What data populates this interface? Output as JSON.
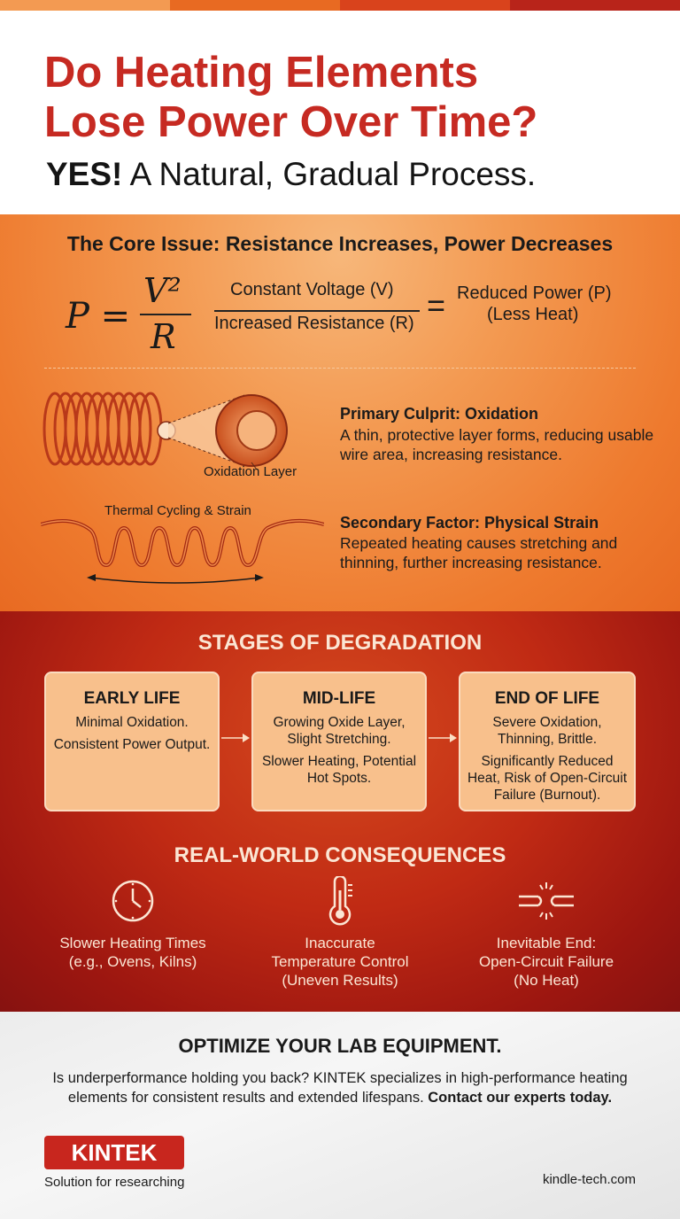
{
  "header": {
    "title_line1": "Do Heating Elements",
    "title_line2": "Lose Power Over Time?",
    "subtitle_bold": "YES!",
    "subtitle_rest": " A Natural, Gradual Process."
  },
  "core": {
    "title": "The Core Issue: Resistance Increases, Power Decreases",
    "formula": {
      "lhs": "P =",
      "numerator": "V²",
      "denominator": "R",
      "frac_top": "Constant Voltage (V)",
      "frac_bottom": "Increased Resistance (R)",
      "equals": "=",
      "result_line1": "Reduced Power (P)",
      "result_line2": "(Less Heat)"
    },
    "oxidation_label": "Oxidation Layer",
    "thermal_label": "Thermal Cycling & Strain",
    "primary_title": "Primary Culprit: Oxidation",
    "primary_text": "A thin, protective layer forms, reducing usable wire area, increasing resistance.",
    "secondary_title": "Secondary Factor: Physical Strain",
    "secondary_text": "Repeated heating causes stretching and thinning, further increasing resistance."
  },
  "stages": {
    "title": "STAGES OF DEGRADATION",
    "cards": [
      {
        "title": "EARLY LIFE",
        "line1": "Minimal Oxidation.",
        "line2": "Consistent Power Output."
      },
      {
        "title": "MID-LIFE",
        "line1": "Growing Oxide Layer, Slight Stretching.",
        "line2": "Slower Heating, Potential Hot Spots."
      },
      {
        "title": "END OF LIFE",
        "line1": "Severe Oxidation, Thinning, Brittle.",
        "line2": "Significantly Reduced Heat, Risk of Open-Circuit Failure (Burnout)."
      }
    ]
  },
  "consequences": {
    "title": "REAL-WORLD CONSEQUENCES",
    "items": [
      {
        "icon": "clock-icon",
        "line1": "Slower Heating Times",
        "line2": "(e.g., Ovens, Kilns)"
      },
      {
        "icon": "thermometer-icon",
        "line1": "Inaccurate",
        "line2": "Temperature Control",
        "line3": "(Uneven Results)"
      },
      {
        "icon": "broken-circuit-icon",
        "line1": "Inevitable End:",
        "line2": "Open-Circuit Failure",
        "line3": "(No Heat)"
      }
    ]
  },
  "footer": {
    "cta_title": "OPTIMIZE YOUR LAB EQUIPMENT.",
    "cta_body": "Is underperformance holding you back? KINTEK specializes in high-performance heating elements for consistent results and extended lifespans.",
    "cta_link": "Contact our experts today.",
    "logo": "KINTEK",
    "tagline": "Solution for researching",
    "site": "kindle-tech.com"
  },
  "colors": {
    "title_red": "#c62a22",
    "orange": "#ee7a2e",
    "deep_red": "#9c1610",
    "card": "#f8c08c",
    "strip": [
      "#f39a52",
      "#e86a22",
      "#d9431c",
      "#b8241a"
    ]
  }
}
